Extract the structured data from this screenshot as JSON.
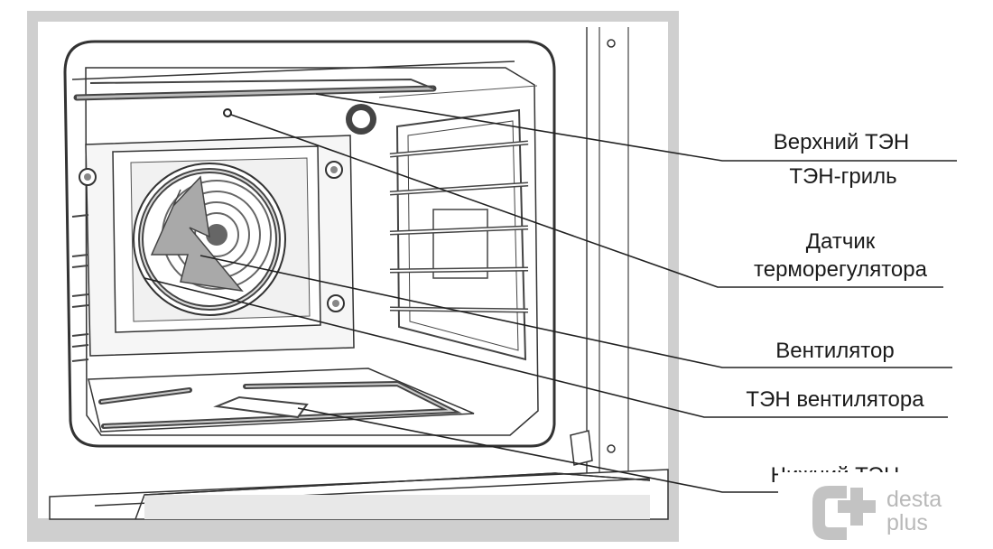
{
  "labels": {
    "top_element": "Верхний ТЭН",
    "grill_element": "ТЭН-гриль",
    "sensor_line1": "Датчик",
    "sensor_line2": "терморегулятора",
    "fan": "Вентилятор",
    "fan_element": "ТЭН вентилятора",
    "bottom_element": "Нижний ТЭН"
  },
  "watermark": {
    "line1": "desta",
    "line2": "plus"
  }
}
